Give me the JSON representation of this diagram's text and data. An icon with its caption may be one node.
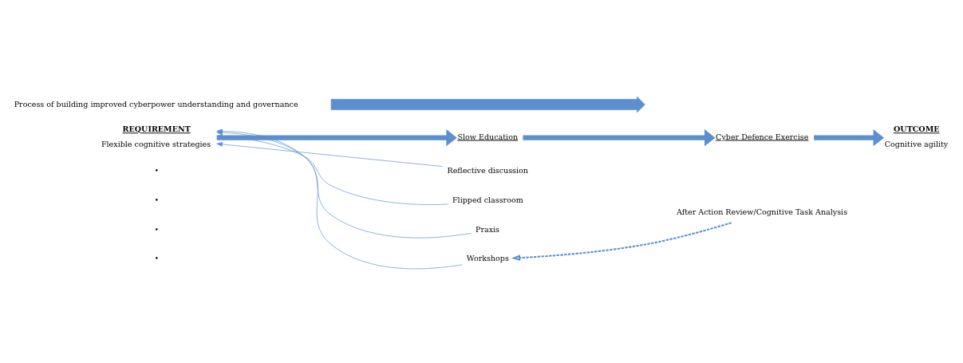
{
  "diagram": {
    "nodes": [
      {
        "text": [
          "REQUIREMENT",
          "Flexible cognitive strategies"
        ]
      },
      {
        "text": [
          "Slow Education"
        ]
      },
      {
        "text": [
          "Reflective discussion"
        ]
      },
      {
        "text": [
          "Flipped classroom"
        ]
      },
      {
        "text": [
          "Praxis"
        ]
      },
      {
        "text": [
          "Workshops"
        ]
      },
      {
        "text": [
          "Cyber Defence Exercise"
        ]
      },
      {
        "text": [
          "After Action Review/Cognitive Task Analysis"
        ]
      },
      {
        "text": [
          "OUTCOME",
          "Cognitive agility"
        ]
      },
      {
        "text": [
          "Process of building improved cyberpower understanding and governance"
        ]
      },
      {
        "text": [],
        "shape": "arrow"
      }
    ],
    "edges": [
      {
        "from": 0,
        "to": 1,
        "arrow": "to",
        "style": "thick"
      },
      {
        "from": 1,
        "to": 6,
        "arrow": "to",
        "style": "thick"
      },
      {
        "from": 6,
        "to": 8,
        "arrow": "to",
        "style": "thick"
      },
      {
        "from": 7,
        "to": 5,
        "arrow": "to",
        "style": "dashed"
      },
      {
        "from": 2,
        "to": 0,
        "arrow": "to"
      },
      {
        "from": 3,
        "to": 0,
        "arrow": "to"
      },
      {
        "from": 4,
        "to": 0,
        "arrow": "to"
      },
      {
        "from": 5,
        "to": 0,
        "arrow": "to"
      }
    ],
    "labels": [
      "•",
      "•",
      "•",
      "•"
    ]
  }
}
